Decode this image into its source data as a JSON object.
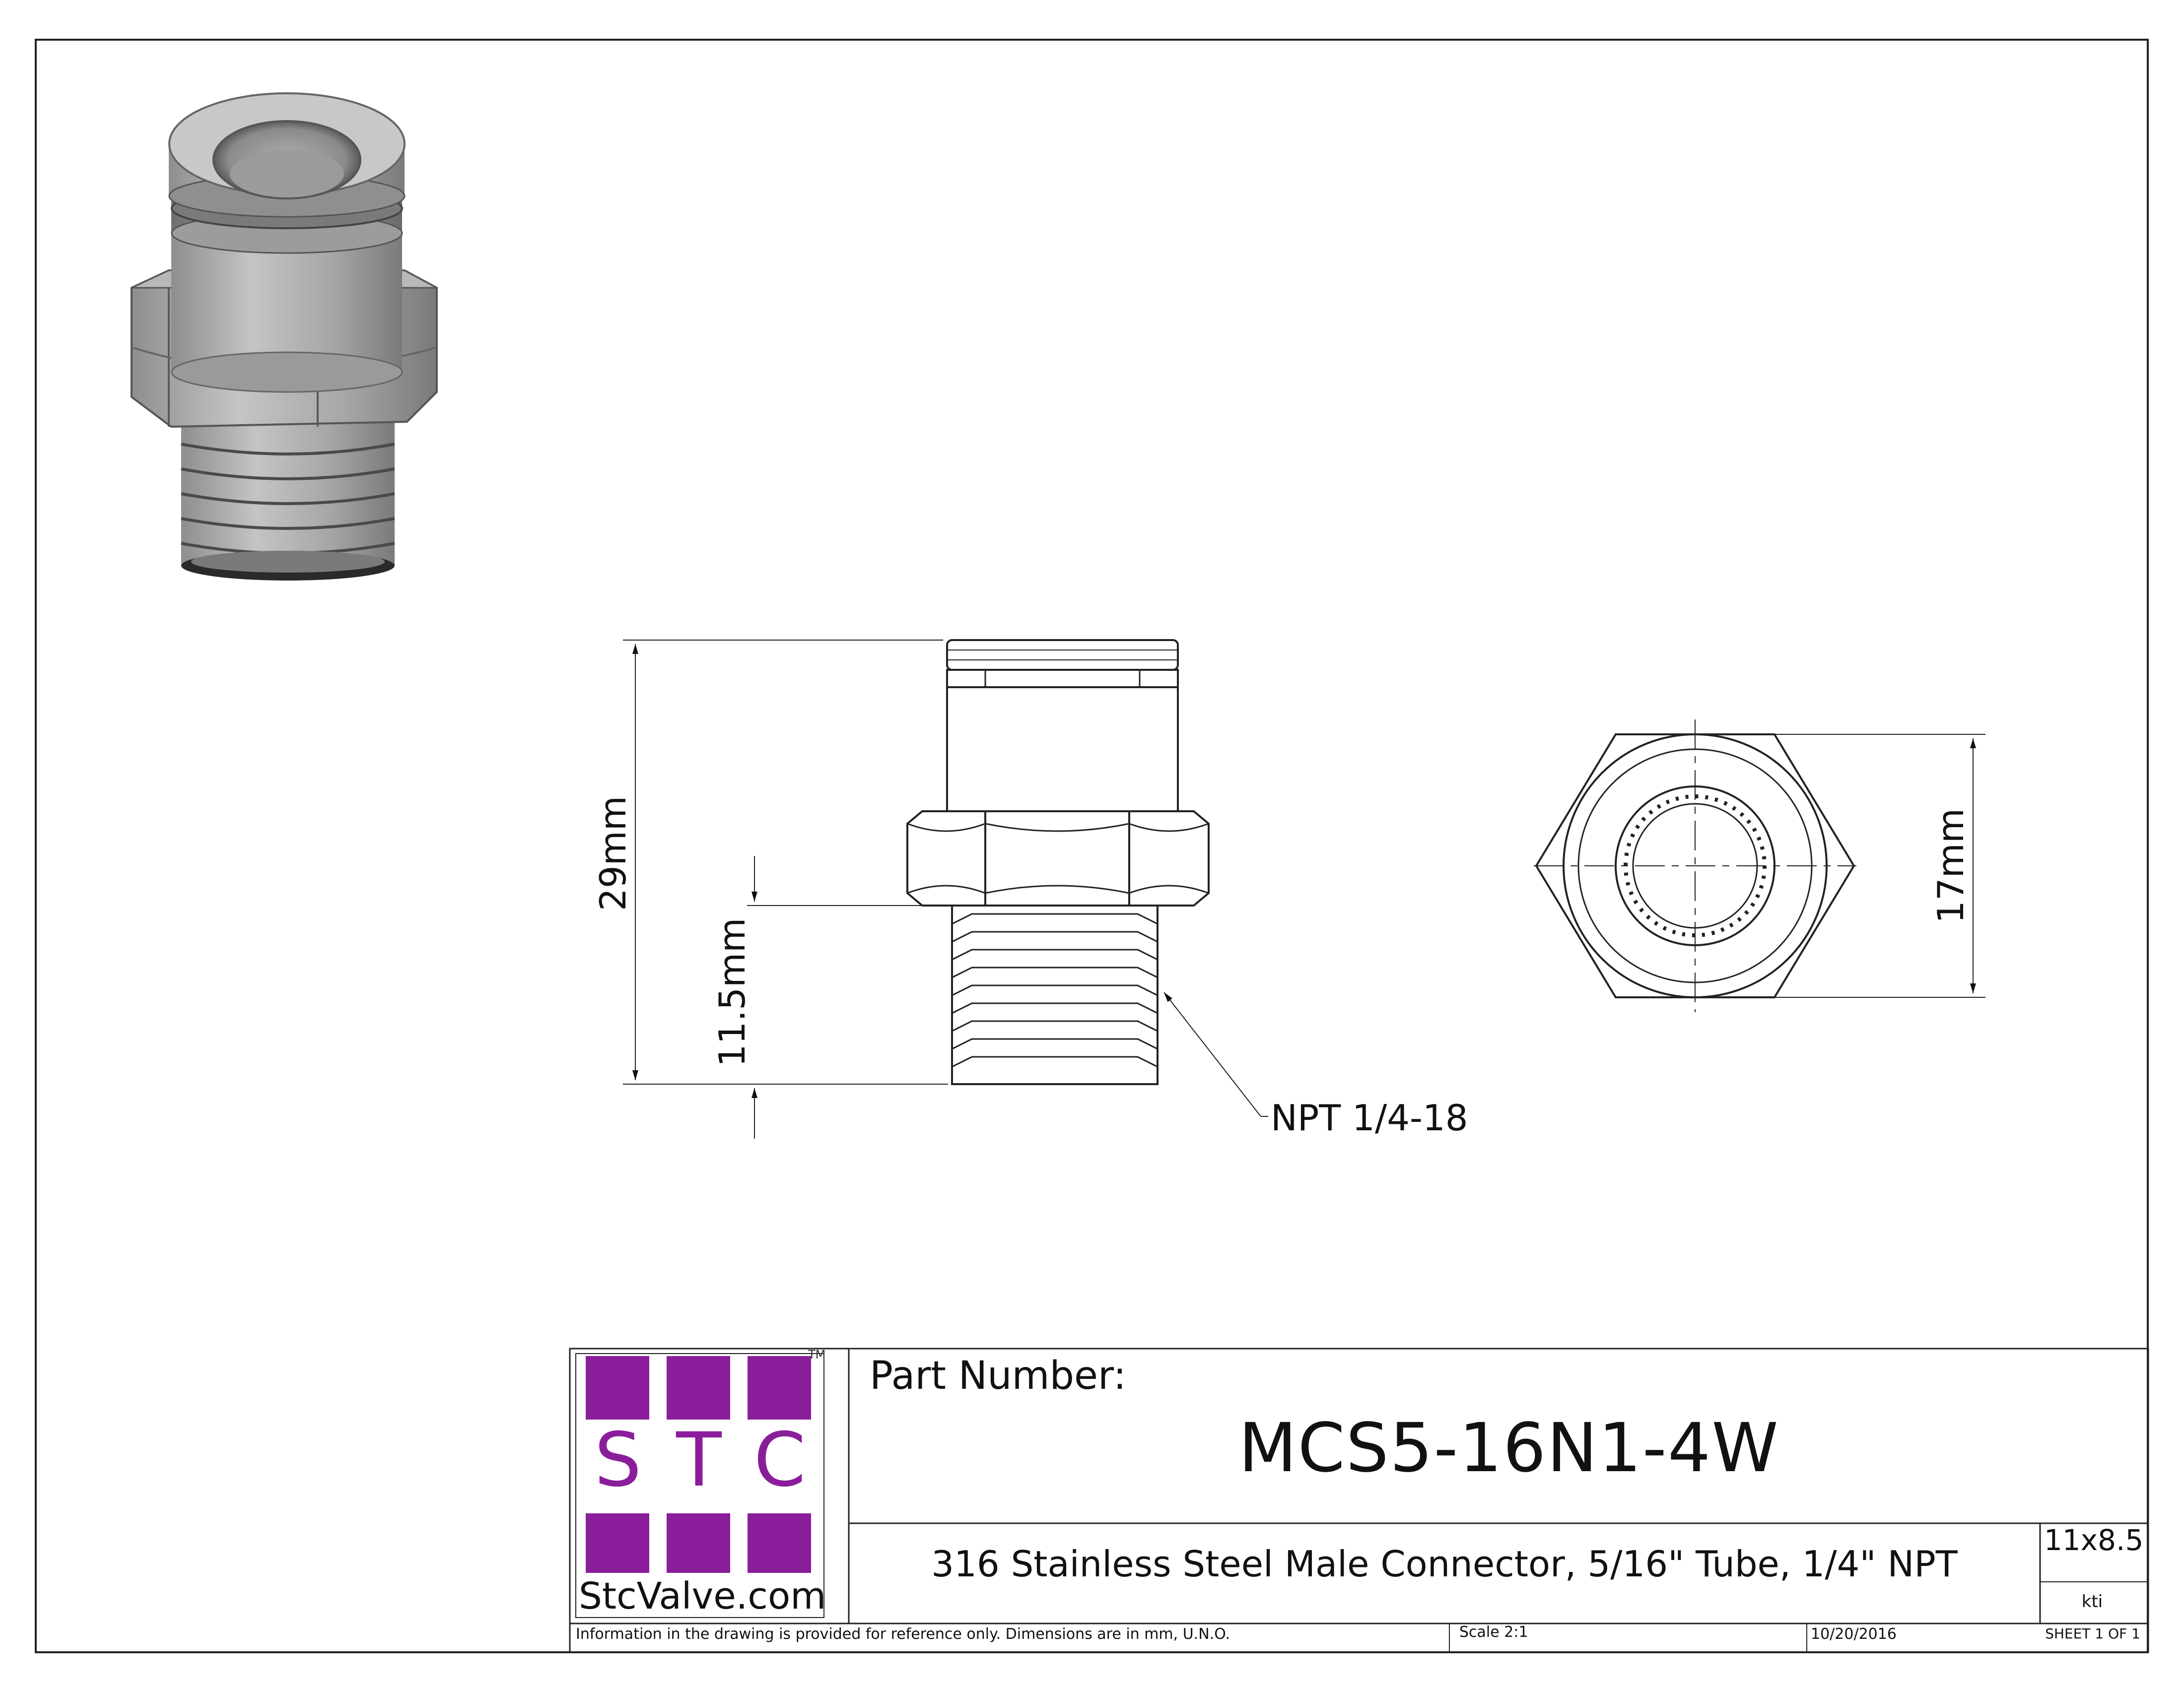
{
  "dimensions": {
    "overall_length": "29mm",
    "thread_length": "11.5mm",
    "hex_size": "17mm",
    "thread_callout": "NPT 1/4-18"
  },
  "logo": {
    "letters": [
      "S",
      "T",
      "C"
    ],
    "trademark": "TM",
    "website": "StcValve.com",
    "color": "#8a1e9a"
  },
  "title_block": {
    "part_number_label": "Part Number:",
    "part_number": "MCS5-16N1-4W",
    "description": "316 Stainless Steel Male Connector, 5/16\" Tube, 1/4\" NPT",
    "sheet_size": "11x8.5",
    "drawn_by": "kti",
    "note": "Information in the drawing is provided for reference only. Dimensions are in mm, U.N.O.",
    "scale": "Scale    2:1",
    "date": "10/20/2016",
    "sheet": "SHEET 1 OF 1"
  }
}
